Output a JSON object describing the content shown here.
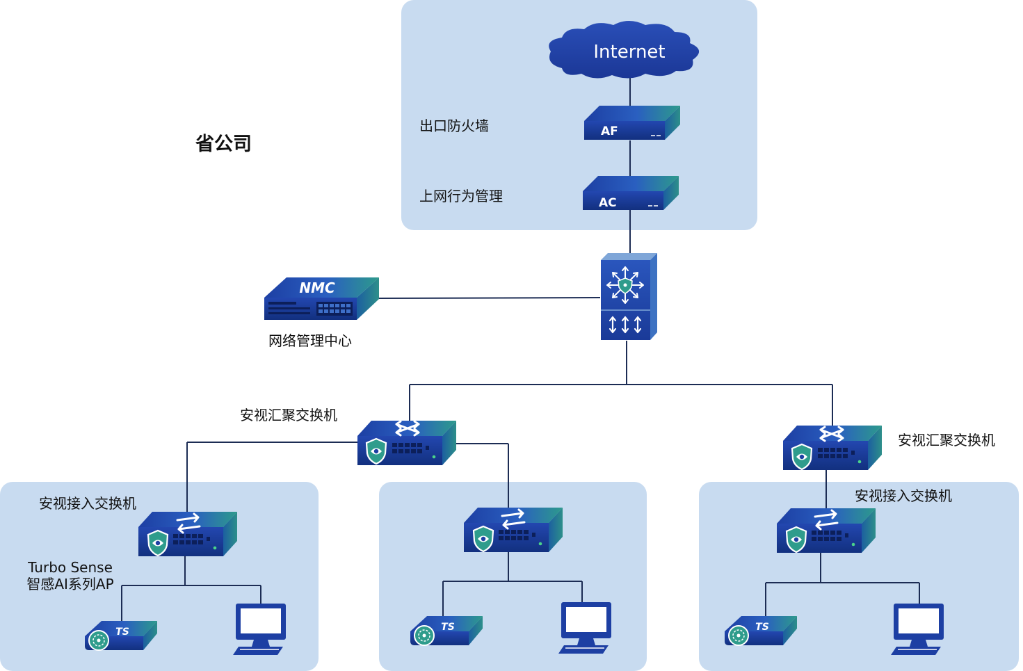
{
  "title": "省公司",
  "cloud": {
    "label": "Internet"
  },
  "devices": {
    "firewall": {
      "badge": "AF",
      "label": "出口防火墙"
    },
    "behavior_mgmt": {
      "badge": "AC",
      "label": "上网行为管理"
    },
    "nmc": {
      "badge": "NMC",
      "label": "网络管理中心"
    },
    "aggregation_left": {
      "label": "安视汇聚交换机"
    },
    "aggregation_right": {
      "label": "安视汇聚交换机"
    },
    "access_left": {
      "label": "安视接入交换机"
    },
    "access_right": {
      "label": "安视接入交换机"
    },
    "ap": {
      "badge": "TS",
      "label_line1": "Turbo Sense",
      "label_line2": "智感AI系列AP"
    }
  },
  "colors": {
    "zone": "#c8dbf0",
    "device_blue": "#1d3fa3",
    "device_teal": "#2d9a8c",
    "wire": "#1c2c54"
  }
}
